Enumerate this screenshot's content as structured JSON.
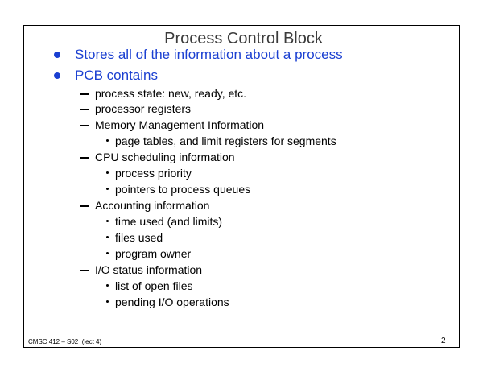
{
  "slide": {
    "title": "Process Control Block",
    "bullets": [
      {
        "text": "Stores all of the information about a process"
      },
      {
        "text": "PCB contains"
      }
    ],
    "sub_items": [
      {
        "text": "process state: new, ready, etc."
      },
      {
        "text": "processor registers"
      },
      {
        "text": "Memory Management Information"
      },
      {
        "text": "page tables, and limit registers for segments"
      },
      {
        "text": "CPU scheduling information"
      },
      {
        "text": "process priority"
      },
      {
        "text": "pointers to process queues"
      },
      {
        "text": "Accounting information"
      },
      {
        "text": "time used (and limits)"
      },
      {
        "text": "files used"
      },
      {
        "text": "program owner"
      },
      {
        "text": "I/O status information"
      },
      {
        "text": "list of open files"
      },
      {
        "text": "pending I/O operations"
      }
    ],
    "footer": "CMSC 412 – S02  (lect 4)",
    "page_number": "2"
  },
  "colors": {
    "bullet_blue": "#1a3fd1",
    "title_gray": "#3b3b3b"
  }
}
